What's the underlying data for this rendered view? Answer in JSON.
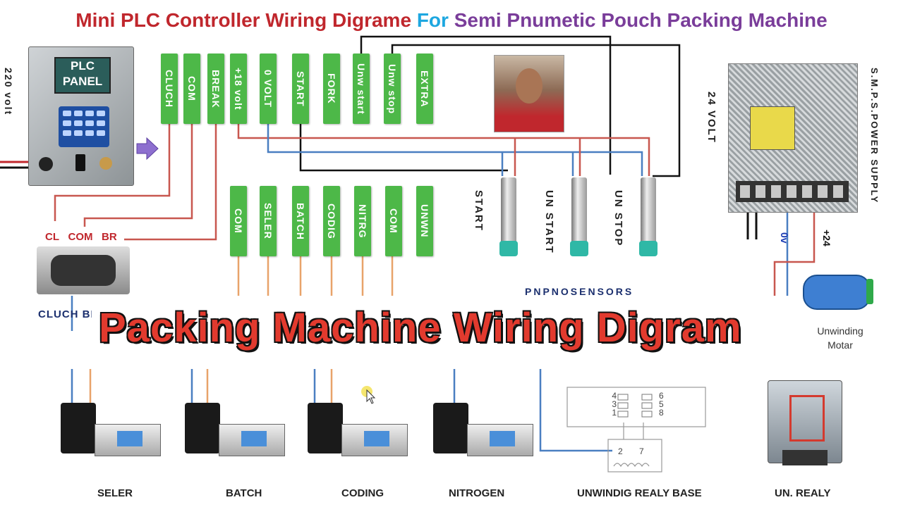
{
  "title": {
    "part1": "Mini PLC Controller Wiring Digrame",
    "part2": "For",
    "part3": "Semi Pnumetic Pouch Packing Machine"
  },
  "plc_panel": {
    "label_line1": "PLC",
    "label_line2": "PANEL"
  },
  "supply_label": "220 volt",
  "top_terminals": [
    "CLUCH",
    "COM",
    "BREAK",
    "+18 volt",
    "0 VOLT",
    "START",
    "FORK",
    "Unw start",
    "Unw stop",
    "EXTRA"
  ],
  "bottom_terminals": [
    "COM",
    "SELER",
    "BATCH",
    "CODIG",
    "NITRG",
    "COM",
    "UNWN"
  ],
  "clutch": {
    "cl": "CL",
    "com": "COM",
    "br": "BR",
    "caption": "CLUCH BR"
  },
  "sensors": [
    "START",
    "UN START",
    "UN STOP"
  ],
  "sensor_caption": "PNPNOSENSORS",
  "power_supply": {
    "volt_label": "24 VOLT",
    "title": "S.M.P.S.POWER SUPPLY",
    "zero": "0v",
    "plus": "+24"
  },
  "motor": {
    "label_line1": "Unwinding",
    "label_line2": "Motar"
  },
  "banner": "Packing Machine Wiring Digram",
  "valves": [
    "SELER",
    "BATCH",
    "CODING",
    "NITROGEN"
  ],
  "relay_base": {
    "caption": "UNWINDIG REALY BASE",
    "pins_left": [
      "4",
      "3",
      "1"
    ],
    "pins_right": [
      "6",
      "5",
      "8"
    ],
    "pins_bottom": [
      "2",
      "7"
    ]
  },
  "relay": {
    "caption": "UN. REALY"
  },
  "colors": {
    "red": "#c0272d",
    "wire_red": "#c8574f",
    "wire_blue": "#4a7fc1",
    "wire_black": "#111111",
    "wire_orange": "#e8a36a",
    "terminal_green": "#4db848"
  }
}
